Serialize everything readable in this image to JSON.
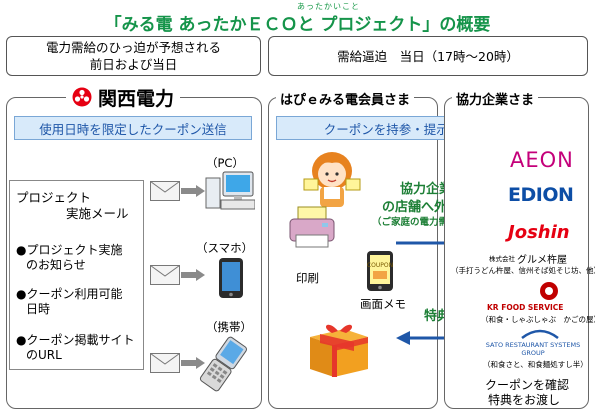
{
  "title": {
    "ruby": "あったかいこと",
    "text": "「みる電 あったかＥＣＯと プロジェクト」の概要"
  },
  "top_boxes": {
    "left_line1": "電力需給のひっ迫が予想される",
    "left_line2": "前日および当日",
    "right_text": "需給逼迫　当日（17時～20時）"
  },
  "kepco": {
    "name": "関西電力",
    "bar": "使用日時を限定したクーポン送信",
    "mail_title_line1": "プロジェクト",
    "mail_title_line2": "実施メール",
    "bullets": [
      {
        "line1": "プロジェクト実施",
        "line2": "のお知らせ"
      },
      {
        "line1": "クーポン利用可能",
        "line2": "日時"
      },
      {
        "line1": "クーポン掲載サイト",
        "line2": "のURL"
      }
    ],
    "devices": [
      "（PC）",
      "（スマホ）",
      "（携帯）"
    ]
  },
  "members": {
    "header": "はぴｅみる電会員さま",
    "bar": "クーポンを持参・提示し特典を受ける",
    "print_label": "印刷",
    "memo_label": "画面メモ",
    "arrow_line1": "協力企業",
    "arrow_line2": "の店舗へ外出",
    "arrow_line3": "（ご家庭の電力需要の抑制）",
    "benefit": "特典"
  },
  "partners": {
    "header": "協力企業さま",
    "logos": [
      {
        "name": "AEON",
        "color": "#c4007a"
      },
      {
        "name": "EDION",
        "color": "#0d4ea6"
      },
      {
        "name": "Joshin",
        "color": "#e60012"
      },
      {
        "name": "グルメ杵屋",
        "prefix": "株式会社",
        "sub": "（手打うどん杵屋、信州そば処そじ坊、他）"
      },
      {
        "name": "KR FOOD SERVICE",
        "sub": "（和食・しゃぶしゃぶ　かごの屋）",
        "color": "#c00000"
      },
      {
        "name": "SATO RESTAURANT SYSTEMS GROUP",
        "sub": "（和食さと、和食麺処すし半）"
      }
    ],
    "footer_line1": "クーポンを確認",
    "footer_line2": "特典をお渡し"
  }
}
